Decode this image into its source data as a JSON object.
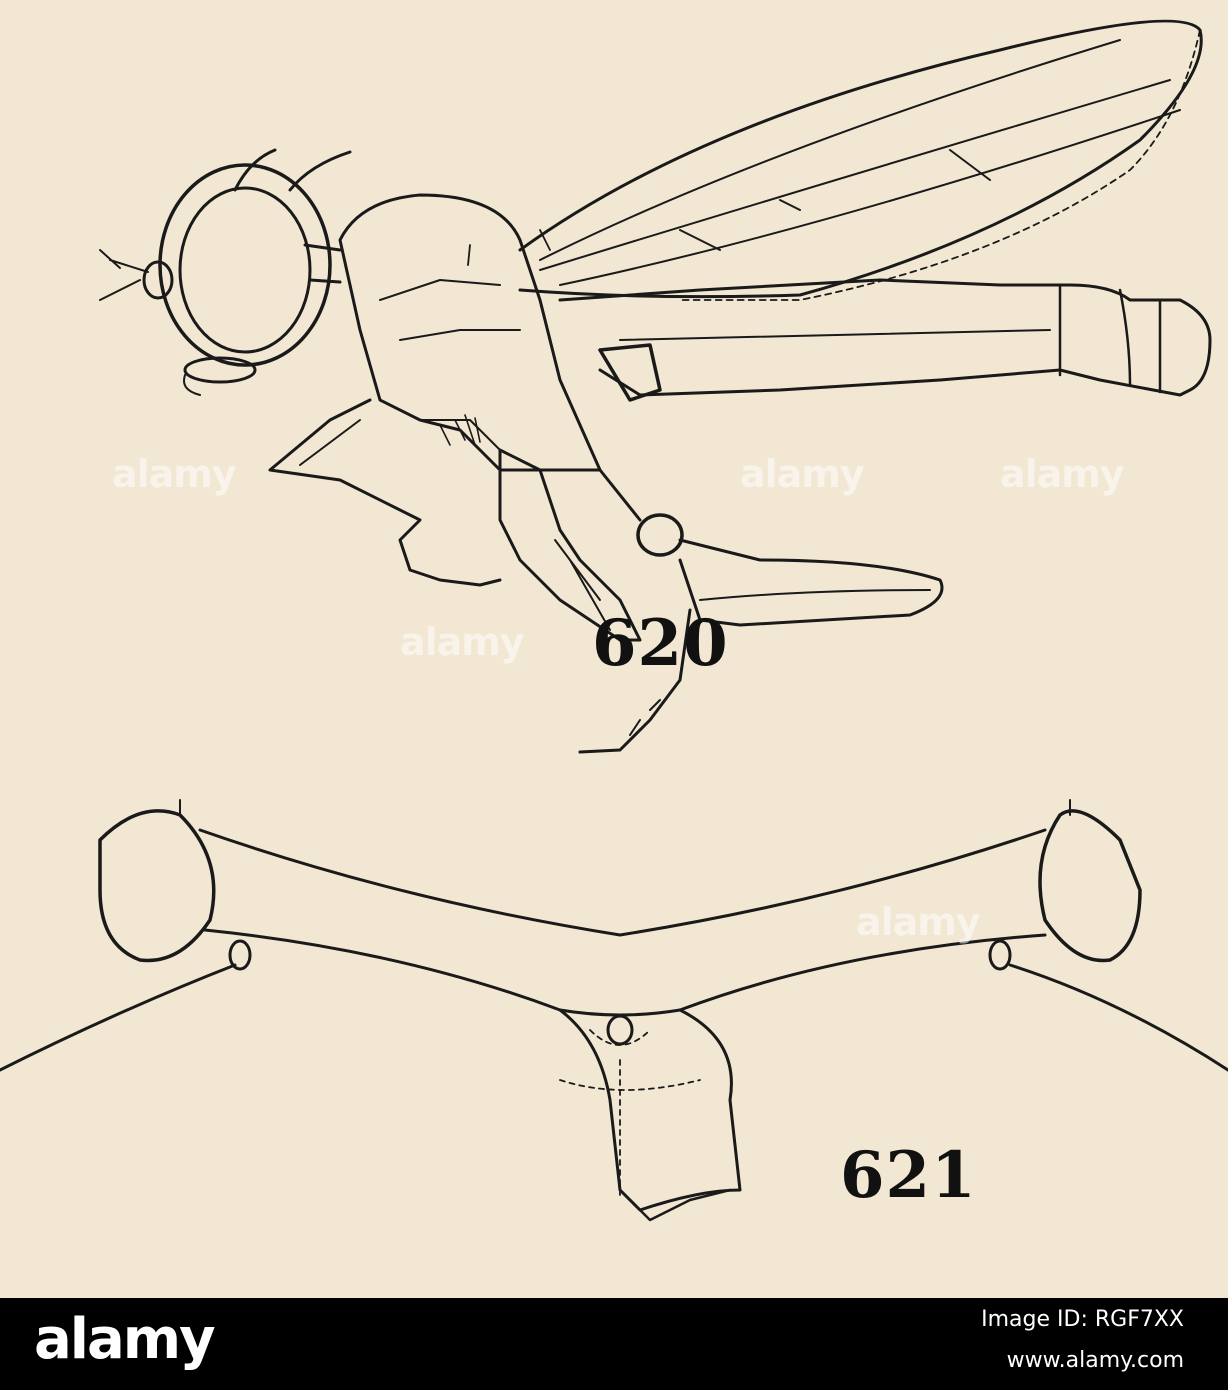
{
  "figures": [
    {
      "number": "620",
      "subject": "insect-lateral-view"
    },
    {
      "number": "621",
      "subject": "head-anterior-view"
    }
  ],
  "watermark": {
    "text": "alamy"
  },
  "footer": {
    "logo": "alamy",
    "image_id_label": "Image ID: RGF7XX",
    "url": "www.alamy.com"
  },
  "colors": {
    "paper": "#f1e7d2",
    "ink": "#111111",
    "footer": "#000000"
  }
}
